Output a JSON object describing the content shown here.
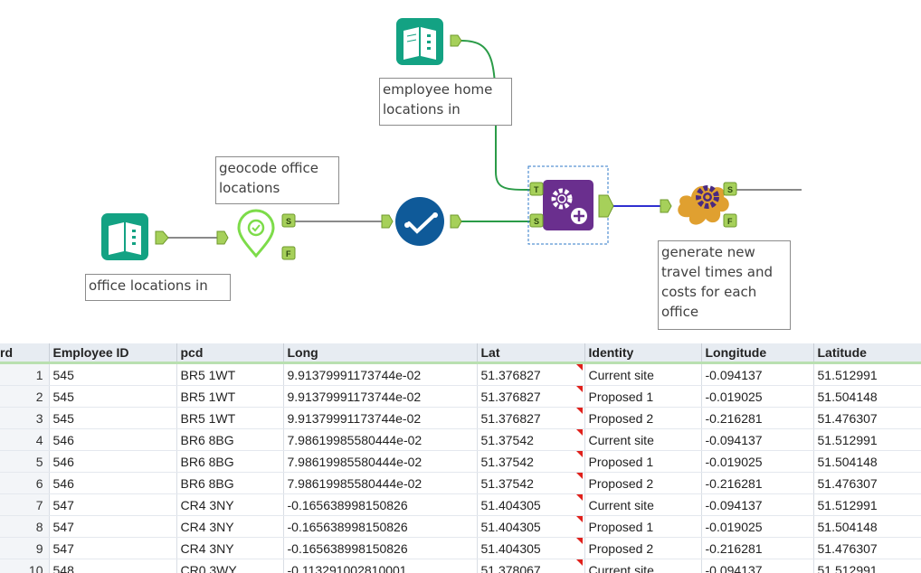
{
  "canvas": {
    "annotations": {
      "employee_home": "employee home\nlocations in",
      "geocode": "geocode office\nlocations",
      "office_in": "office locations in",
      "generate": "generate new\ntravel times and\ncosts for each\noffice"
    },
    "anchors": {
      "output": "S",
      "fail": "F",
      "target": "T",
      "source": "S"
    },
    "icons": {
      "employee_input": "book-input-icon",
      "office_input": "book-input-icon",
      "geocoder": "location-pin-icon",
      "validator": "checkmark-tool-icon",
      "spatial": "gear-plus-icon",
      "macro": "gear-splat-icon"
    },
    "colors": {
      "connector": "#2a9b47",
      "selected_connector": "#3030d0",
      "anchor": "#a6d05a",
      "input_tool": "#13a283",
      "spatial_tool": "#6a2f8e",
      "validator_tool": "#0f5a99",
      "macro_splat": "#e0a030"
    }
  },
  "grid": {
    "columns": [
      "rd",
      "Employee ID",
      "pcd",
      "Long",
      "Lat",
      "Identity",
      "Longitude",
      "Latitude"
    ],
    "rows": [
      [
        "1",
        "545",
        "BR5 1WT",
        "9.91379991173744e-02",
        "51.376827",
        "Current site",
        "-0.094137",
        "51.512991"
      ],
      [
        "2",
        "545",
        "BR5 1WT",
        "9.91379991173744e-02",
        "51.376827",
        "Proposed 1",
        "-0.019025",
        "51.504148"
      ],
      [
        "3",
        "545",
        "BR5 1WT",
        "9.91379991173744e-02",
        "51.376827",
        "Proposed 2",
        "-0.216281",
        "51.476307"
      ],
      [
        "4",
        "546",
        "BR6 8BG",
        "7.98619985580444e-02",
        "51.37542",
        "Current site",
        "-0.094137",
        "51.512991"
      ],
      [
        "5",
        "546",
        "BR6 8BG",
        "7.98619985580444e-02",
        "51.37542",
        "Proposed 1",
        "-0.019025",
        "51.504148"
      ],
      [
        "6",
        "546",
        "BR6 8BG",
        "7.98619985580444e-02",
        "51.37542",
        "Proposed 2",
        "-0.216281",
        "51.476307"
      ],
      [
        "7",
        "547",
        "CR4 3NY",
        "-0.165638998150826",
        "51.404305",
        "Current site",
        "-0.094137",
        "51.512991"
      ],
      [
        "8",
        "547",
        "CR4 3NY",
        "-0.165638998150826",
        "51.404305",
        "Proposed 1",
        "-0.019025",
        "51.504148"
      ],
      [
        "9",
        "547",
        "CR4 3NY",
        "-0.165638998150826",
        "51.404305",
        "Proposed 2",
        "-0.216281",
        "51.476307"
      ],
      [
        "10",
        "548",
        "CR0 3WY",
        "-0.113291002810001",
        "51.378067",
        "Current site",
        "-0.094137",
        "51.512991"
      ]
    ]
  }
}
